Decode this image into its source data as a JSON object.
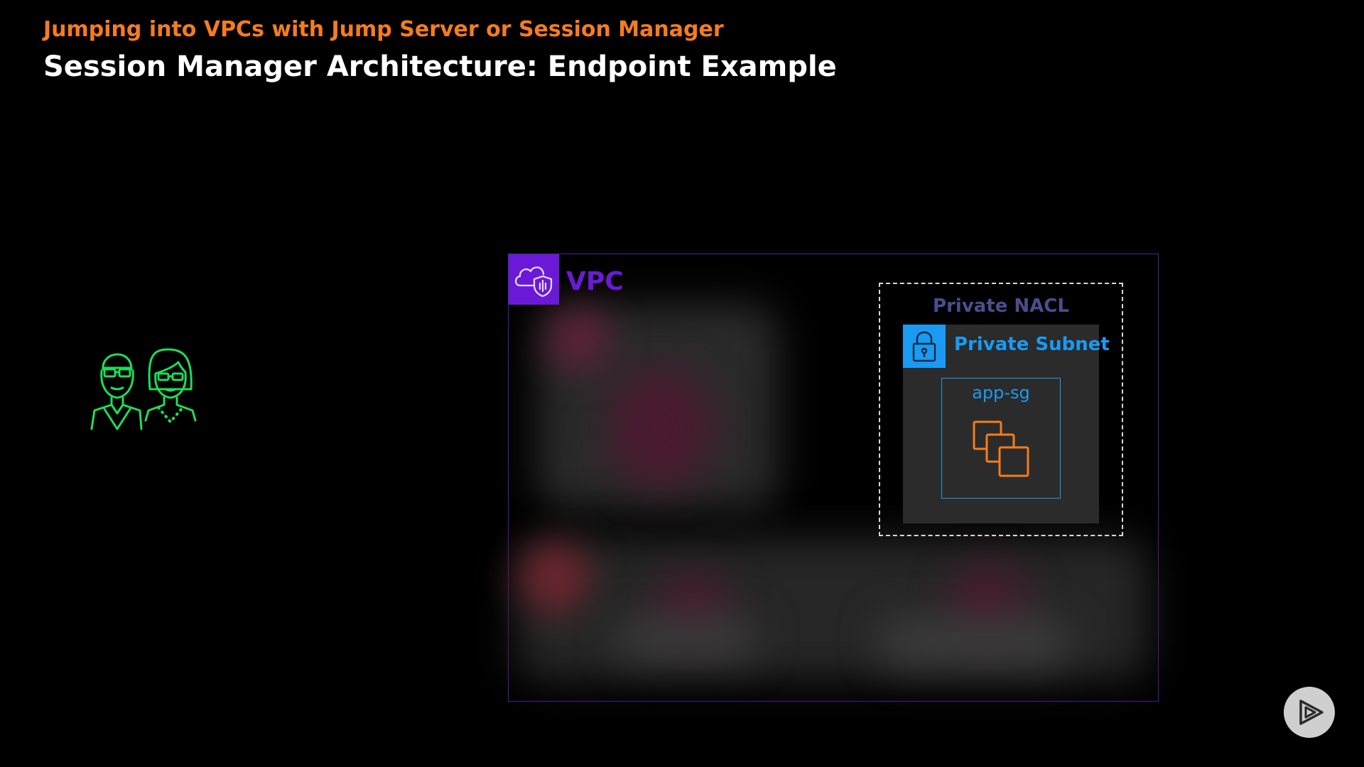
{
  "header": {
    "kicker": "Jumping into VPCs with Jump Server or Session Manager",
    "title": "Session Manager Architecture: Endpoint Example"
  },
  "users": {
    "icon": "users-icon"
  },
  "vpc": {
    "label": "VPC",
    "icon": "vpc-cloud-shield-icon",
    "nacl": {
      "label": "Private NACL",
      "subnet": {
        "label": "Private Subnet",
        "icon": "lock-icon",
        "security_group": {
          "label": "app-sg",
          "icon": "ec2-instances-icon"
        }
      }
    }
  },
  "player": {
    "icon": "play-logo-icon"
  },
  "colors": {
    "kicker": "#f47c20",
    "title": "#ffffff",
    "vpc": "#6a1ad6",
    "nacl_label": "#4a4e8c",
    "subnet": "#1a9af2",
    "instances": "#f47c20",
    "users": "#1fdc5a"
  }
}
